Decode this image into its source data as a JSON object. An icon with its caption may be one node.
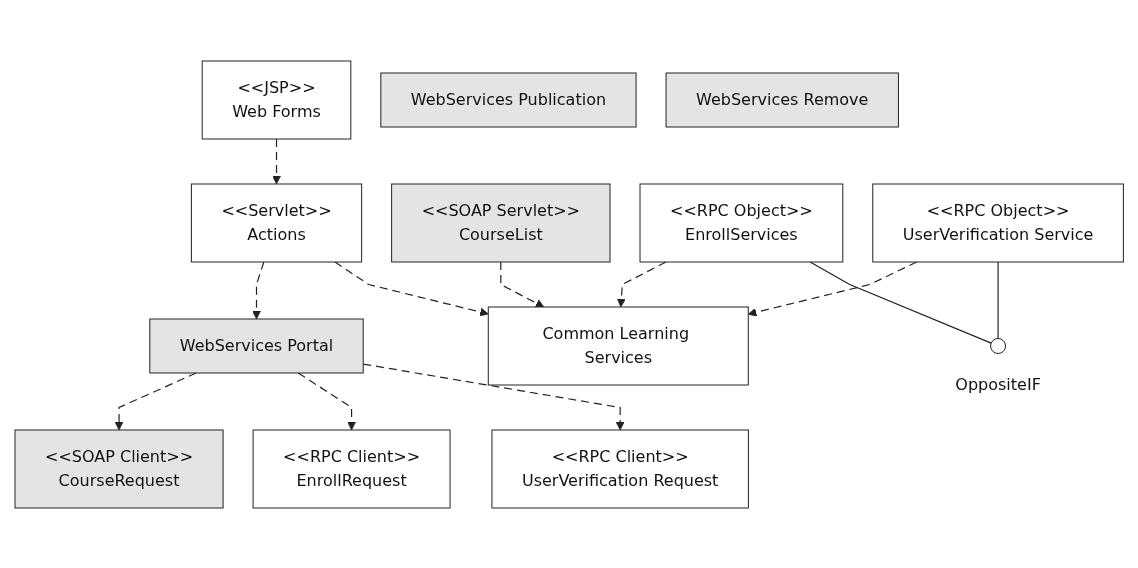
{
  "diagram": {
    "nodes": [
      {
        "text": [
          "<<JSP>>",
          "Web Forms"
        ]
      },
      {
        "text": [
          "<<Servlet>>",
          "Actions"
        ]
      },
      {
        "text": [
          "WebServices Publication"
        ]
      },
      {
        "text": [
          "WebServices Portal"
        ]
      },
      {
        "text": [
          "Common Learning Services"
        ]
      },
      {
        "text": [
          "WebServices Remove"
        ]
      },
      {
        "text": [
          "<<SOAP Servlet>>",
          "CourseList"
        ]
      },
      {
        "text": [
          "<<SOAP Client>>",
          "CourseRequest"
        ]
      },
      {
        "text": [
          "<<RPC Client>>",
          "UserVerification Request"
        ]
      },
      {
        "text": [
          "<<RPC Client>>",
          "EnrollRequest"
        ]
      },
      {
        "text": [
          "<<RPC Object>>",
          "EnrollServices"
        ]
      },
      {
        "text": [
          "<<RPC Object>>",
          "UserVerification Service"
        ]
      },
      {
        "text": [],
        "shape": "circle",
        "beside": [
          "OppositeIF"
        ]
      }
    ],
    "edges": [
      {
        "from": 0,
        "to": 1,
        "arrow": "to",
        "style": "dashed"
      },
      {
        "from": 1,
        "to": 3,
        "arrow": "to",
        "style": "dashed"
      },
      {
        "from": 1,
        "to": 4,
        "arrow": "to",
        "style": "dashed"
      },
      {
        "from": 3,
        "to": 7,
        "arrow": "to",
        "style": "dashed"
      },
      {
        "from": 3,
        "to": 9,
        "arrow": "to",
        "style": "dashed"
      },
      {
        "from": 3,
        "to": 8,
        "arrow": "to",
        "style": "dashed"
      },
      {
        "from": 6,
        "to": 4,
        "arrow": "to",
        "style": "dashed"
      },
      {
        "from": 11,
        "to": 4,
        "arrow": "to",
        "style": "dashed"
      },
      {
        "from": 10,
        "to": 4,
        "arrow": "to",
        "style": "dashed"
      },
      {
        "from": 10,
        "to": 12,
        "arrow": "none"
      },
      {
        "from": 11,
        "to": 12,
        "arrow": "none"
      }
    ]
  }
}
